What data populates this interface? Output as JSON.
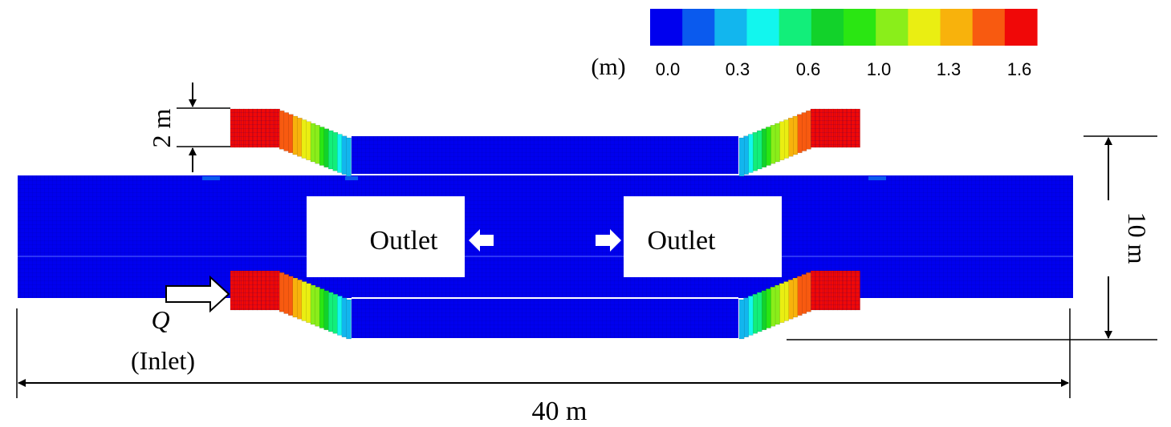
{
  "colorbar": {
    "unit": "(m)",
    "ticks": [
      "0.0",
      "0.3",
      "0.6",
      "1.0",
      "1.3",
      "1.6"
    ],
    "colors": [
      "#0000ee",
      "#0a5aee",
      "#12b6ee",
      "#12f6ee",
      "#12ee7a",
      "#12d22a",
      "#2ae612",
      "#8aee1a",
      "#eaee12",
      "#f8b20c",
      "#f85a10",
      "#f00808"
    ]
  },
  "labels": {
    "outlet_left": "Outlet",
    "outlet_right": "Outlet",
    "inlet_symbol": "Q",
    "inlet_label": "(Inlet)",
    "dim_width": "2 m",
    "dim_height": "10 m",
    "dim_length": "40 m"
  },
  "colors": {
    "domain_blue": "#0000ee",
    "high_red": "#f00808"
  }
}
